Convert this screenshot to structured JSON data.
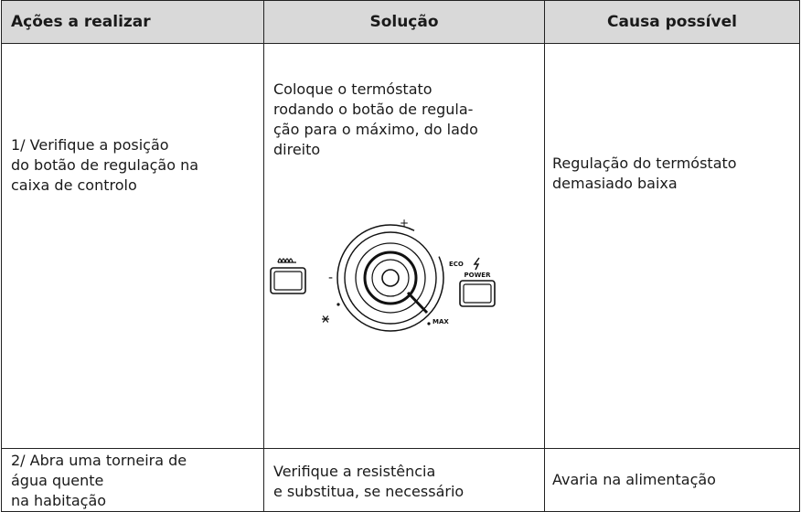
{
  "headers": {
    "col1": "Ações a realizar",
    "col2": "Solução",
    "col3": "Causa possível"
  },
  "rows": [
    {
      "action_lines": [
        "1/ Verifique a posição",
        "do botão de regulação na",
        "caixa de controlo"
      ],
      "solution_lines": [
        "Coloque o termóstato",
        "rodando o botão de regula-",
        "ção para o máximo, do lado",
        "direito"
      ],
      "cause_lines": [
        "Regulação do termóstato",
        "demasiado baixa"
      ],
      "diagram": {
        "plus_label": "+",
        "minus_label": "-",
        "eco_label": "ECO",
        "max_label": "MAX",
        "power_label": "POWER",
        "heat_icon": "heating-coil-icon",
        "power_icon": "lightning-icon",
        "frost_icon": "snowflake-icon"
      }
    },
    {
      "action_lines": [
        "2/ Abra uma torneira de",
        "água quente",
        "na habitação"
      ],
      "solution_lines": [
        "Verifique a resistência",
        "e substitua, se necessário"
      ],
      "cause_lines": [
        "Avaria na alimentação"
      ]
    }
  ]
}
